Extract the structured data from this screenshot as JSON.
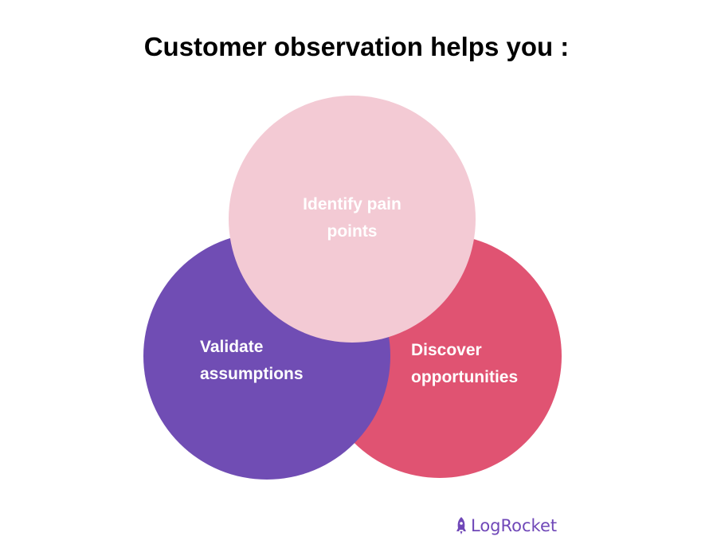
{
  "title": "Customer observation helps you :",
  "circles": [
    {
      "label_line1": "Validate",
      "label_line2": "assumptions",
      "color": "#704db4"
    },
    {
      "label_line1": "Discover",
      "label_line2": "opportunities",
      "color": "#e05372"
    },
    {
      "label_line1": "Identify pain",
      "label_line2": "points",
      "color": "#f3cad4"
    }
  ],
  "logo": {
    "text": "LogRocket",
    "color": "#7048b8"
  }
}
